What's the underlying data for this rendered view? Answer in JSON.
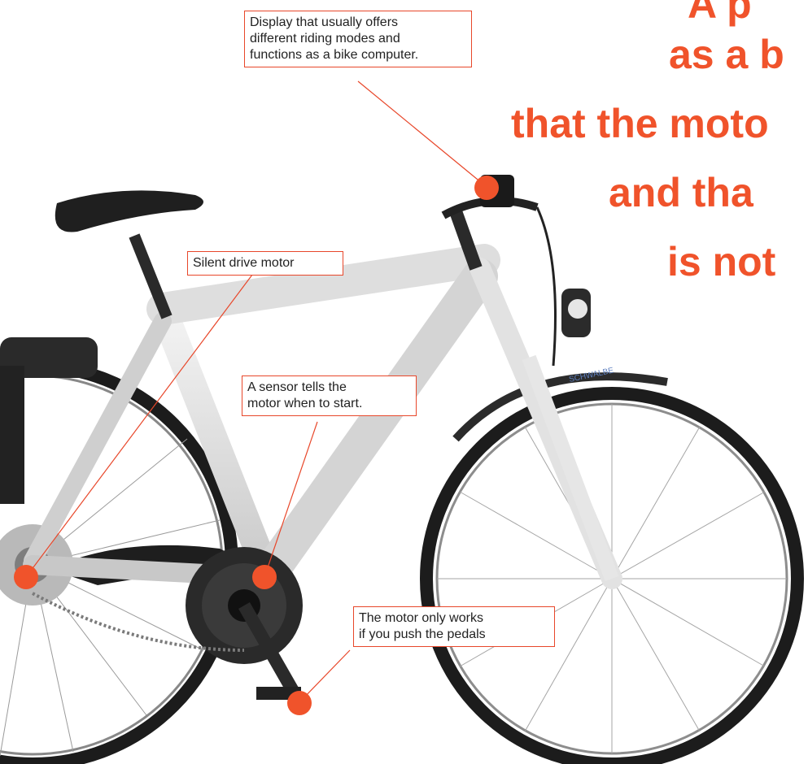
{
  "headline": {
    "line1": "A p",
    "line2": "as a b",
    "line3": "that the moto",
    "line4": "and tha",
    "line5": "is not"
  },
  "callouts": {
    "display": [
      "Display that usually offers",
      "different riding modes and",
      "functions as a bike computer."
    ],
    "motor": [
      "Silent drive motor"
    ],
    "sensor": [
      "A sensor tells the",
      "motor when to start."
    ],
    "pedals": [
      "The motor only works",
      "if you push the pedals"
    ]
  },
  "colors": {
    "accent": "#f0532b",
    "callout_border": "#e8472a"
  },
  "tire_brand": "SCHWALBE"
}
